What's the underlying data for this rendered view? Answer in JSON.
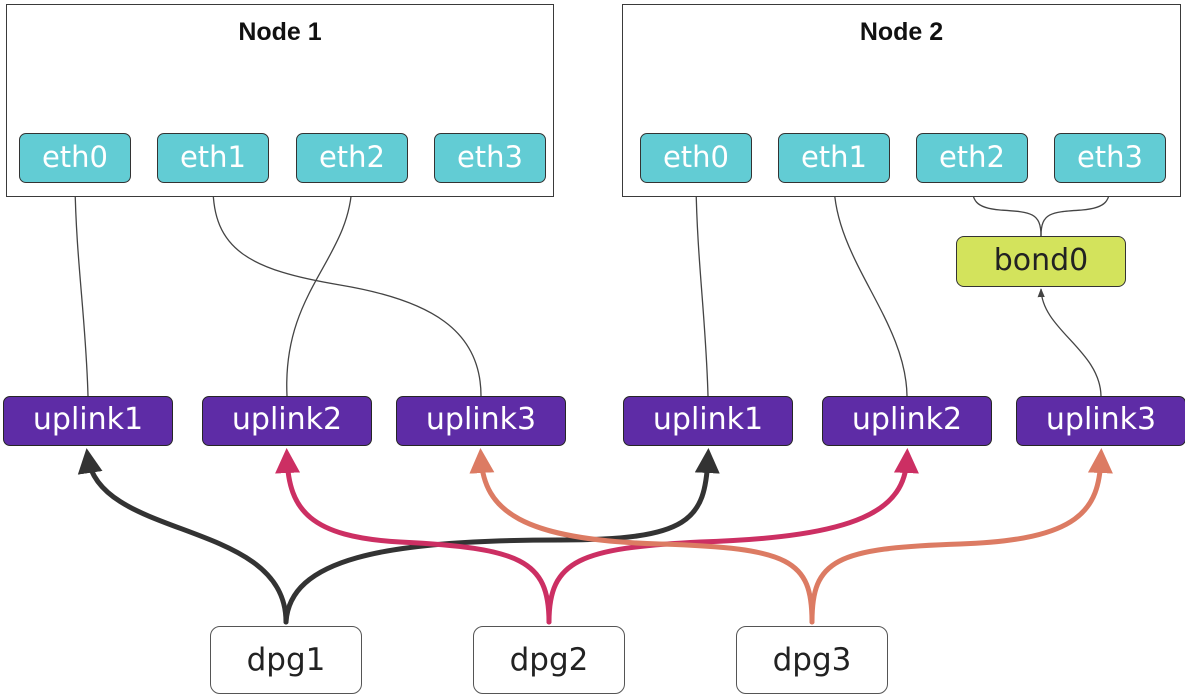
{
  "nodes": [
    {
      "title": "Node 1",
      "ports": [
        "eth0",
        "eth1",
        "eth2",
        "eth3"
      ]
    },
    {
      "title": "Node 2",
      "ports": [
        "eth0",
        "eth1",
        "eth2",
        "eth3"
      ]
    }
  ],
  "bond": {
    "label": "bond0"
  },
  "uplinks": [
    "uplink1",
    "uplink2",
    "uplink3",
    "uplink1",
    "uplink2",
    "uplink3"
  ],
  "dpgs": [
    "dpg1",
    "dpg2",
    "dpg3"
  ],
  "colors": {
    "eth": "#62ccd4",
    "bond": "#d3e35c",
    "uplink": "#5e2ca6",
    "dpg1_link": "#333333",
    "dpg2_link": "#cc2f63",
    "dpg3_link": "#dc7b63",
    "thin_link": "#444444"
  }
}
